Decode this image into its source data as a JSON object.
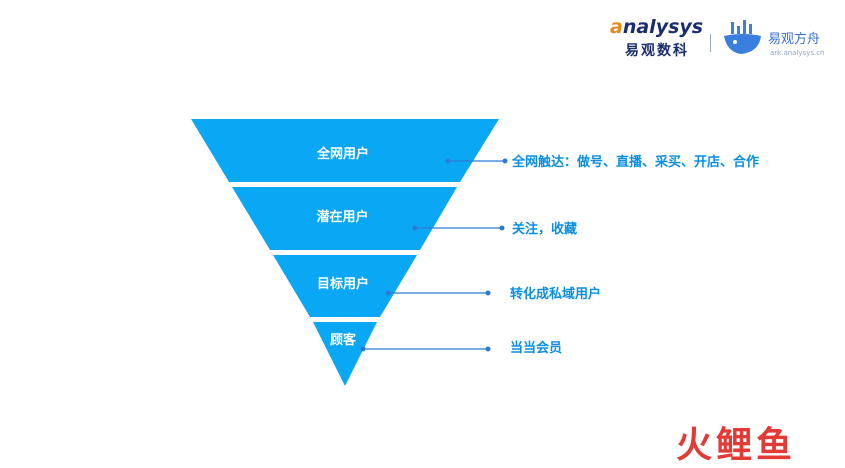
{
  "header": {
    "brand_prefix": "nalysys",
    "brand_cn": "易观数科",
    "product_cn": "易观方舟",
    "product_url": "ark.analysys.cn"
  },
  "funnel": {
    "fill": "#0aa7f5",
    "line_color": "#2b7bd4",
    "label_color": "#0a8fe0",
    "levels": [
      {
        "name": "全网用户",
        "note": "全网触达：做号、直播、采买、开店、合作"
      },
      {
        "name": "潜在用户",
        "note": "关注，收藏"
      },
      {
        "name": "目标用户",
        "note": "转化成私域用户"
      },
      {
        "name": "顾客",
        "note": "当当会员"
      }
    ]
  },
  "watermark": {
    "text": "火鲤鱼",
    "color": "#e23b36"
  }
}
